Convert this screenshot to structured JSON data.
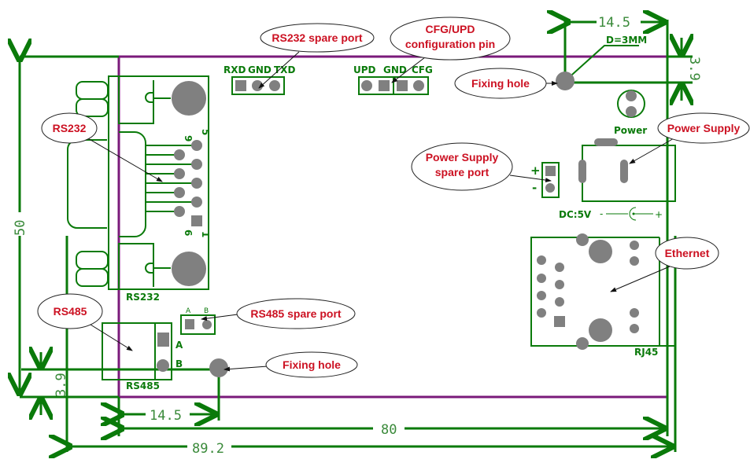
{
  "colors": {
    "board_outline": "#7a1a7a",
    "silkscreen": "#0a7a0a",
    "pad": "#808080",
    "callout_text": "#cc1122"
  },
  "dimensions": {
    "top_width": "14.5",
    "top_offset": "3.9",
    "hole_diameter": "D=3MM",
    "height": "50",
    "left_offset": "3.9",
    "bottom_width": "14.5",
    "board_width": "80",
    "total_width": "89.2"
  },
  "silkscreen": {
    "rs232_pins": [
      "RXD",
      "GND",
      "TXD"
    ],
    "cfg_pins": [
      "UPD",
      "GND",
      "CFG"
    ],
    "db9_pin_9": "9",
    "db9_pin_5": "5",
    "db9_pin_6": "6",
    "db9_pin_1": "1",
    "rs232": "RS232",
    "rs485": "RS485",
    "rs485_a": "A",
    "rs485_b": "B",
    "spare_a": "A",
    "spare_b": "B",
    "power": "Power",
    "power_plus": "+",
    "power_minus": "-",
    "dc": "DC:5V",
    "dc_symbol_minus": "-",
    "dc_symbol_plus": "+",
    "rj45": "RJ45"
  },
  "callouts": {
    "rs232_spare": "RS232 spare port",
    "cfg_line1": "CFG/UPD",
    "cfg_line2": "configuration pin",
    "fixing_hole_top": "Fixing hole",
    "power_supply": "Power Supply",
    "power_spare_line1": "Power Supply",
    "power_spare_line2": "spare port",
    "rs232": "RS232",
    "ethernet": "Ethernet",
    "rs485": "RS485",
    "rs485_spare": "RS485 spare port",
    "fixing_hole_bottom": "Fixing hole"
  }
}
